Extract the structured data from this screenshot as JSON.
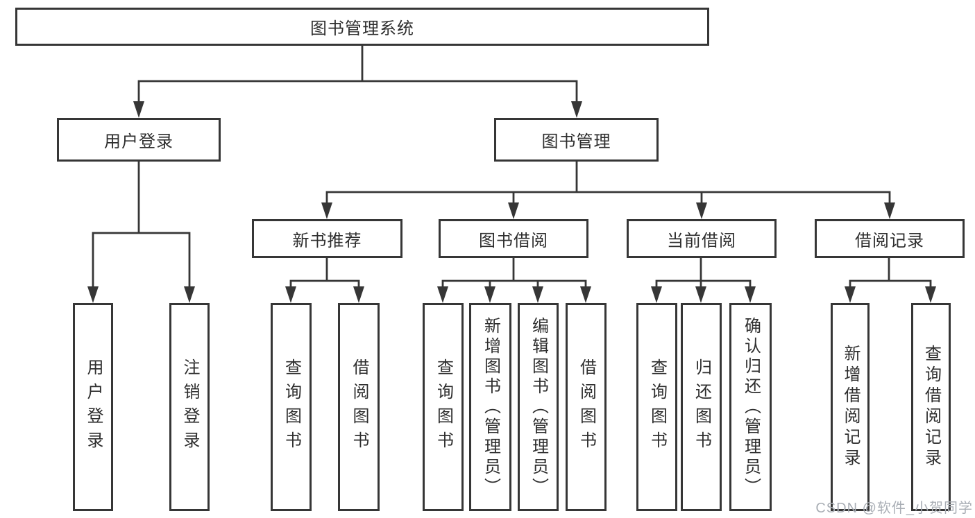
{
  "style": {
    "ink": "#363636",
    "text": "#2e2e2e",
    "watermark": "#a9aeb5"
  },
  "diagram": {
    "root": {
      "label": "图书管理系统"
    },
    "level2": [
      {
        "label": "用户登录"
      },
      {
        "label": "图书管理"
      }
    ],
    "level3": [
      {
        "label": "新书推荐"
      },
      {
        "label": "图书借阅"
      },
      {
        "label": "当前借阅"
      },
      {
        "label": "借阅记录"
      }
    ],
    "leaves": {
      "user_login": [
        {
          "label": "用户登录"
        },
        {
          "label": "注销登录"
        }
      ],
      "new_book": [
        {
          "label": "查询图书"
        },
        {
          "label": "借阅图书"
        }
      ],
      "book_borrow": [
        {
          "label": "查询图书"
        },
        {
          "label": "新增图书（管理员）"
        },
        {
          "label": "编辑图书（管理员）"
        },
        {
          "label": "借阅图书"
        }
      ],
      "current_borrow": [
        {
          "label": "查询图书"
        },
        {
          "label": "归还图书"
        },
        {
          "label": "确认归还（管理员）"
        }
      ],
      "borrow_record": [
        {
          "label": "新增借阅记录"
        },
        {
          "label": "查询借阅记录"
        }
      ]
    },
    "watermark": "CSDN @软件_小贺同学"
  }
}
